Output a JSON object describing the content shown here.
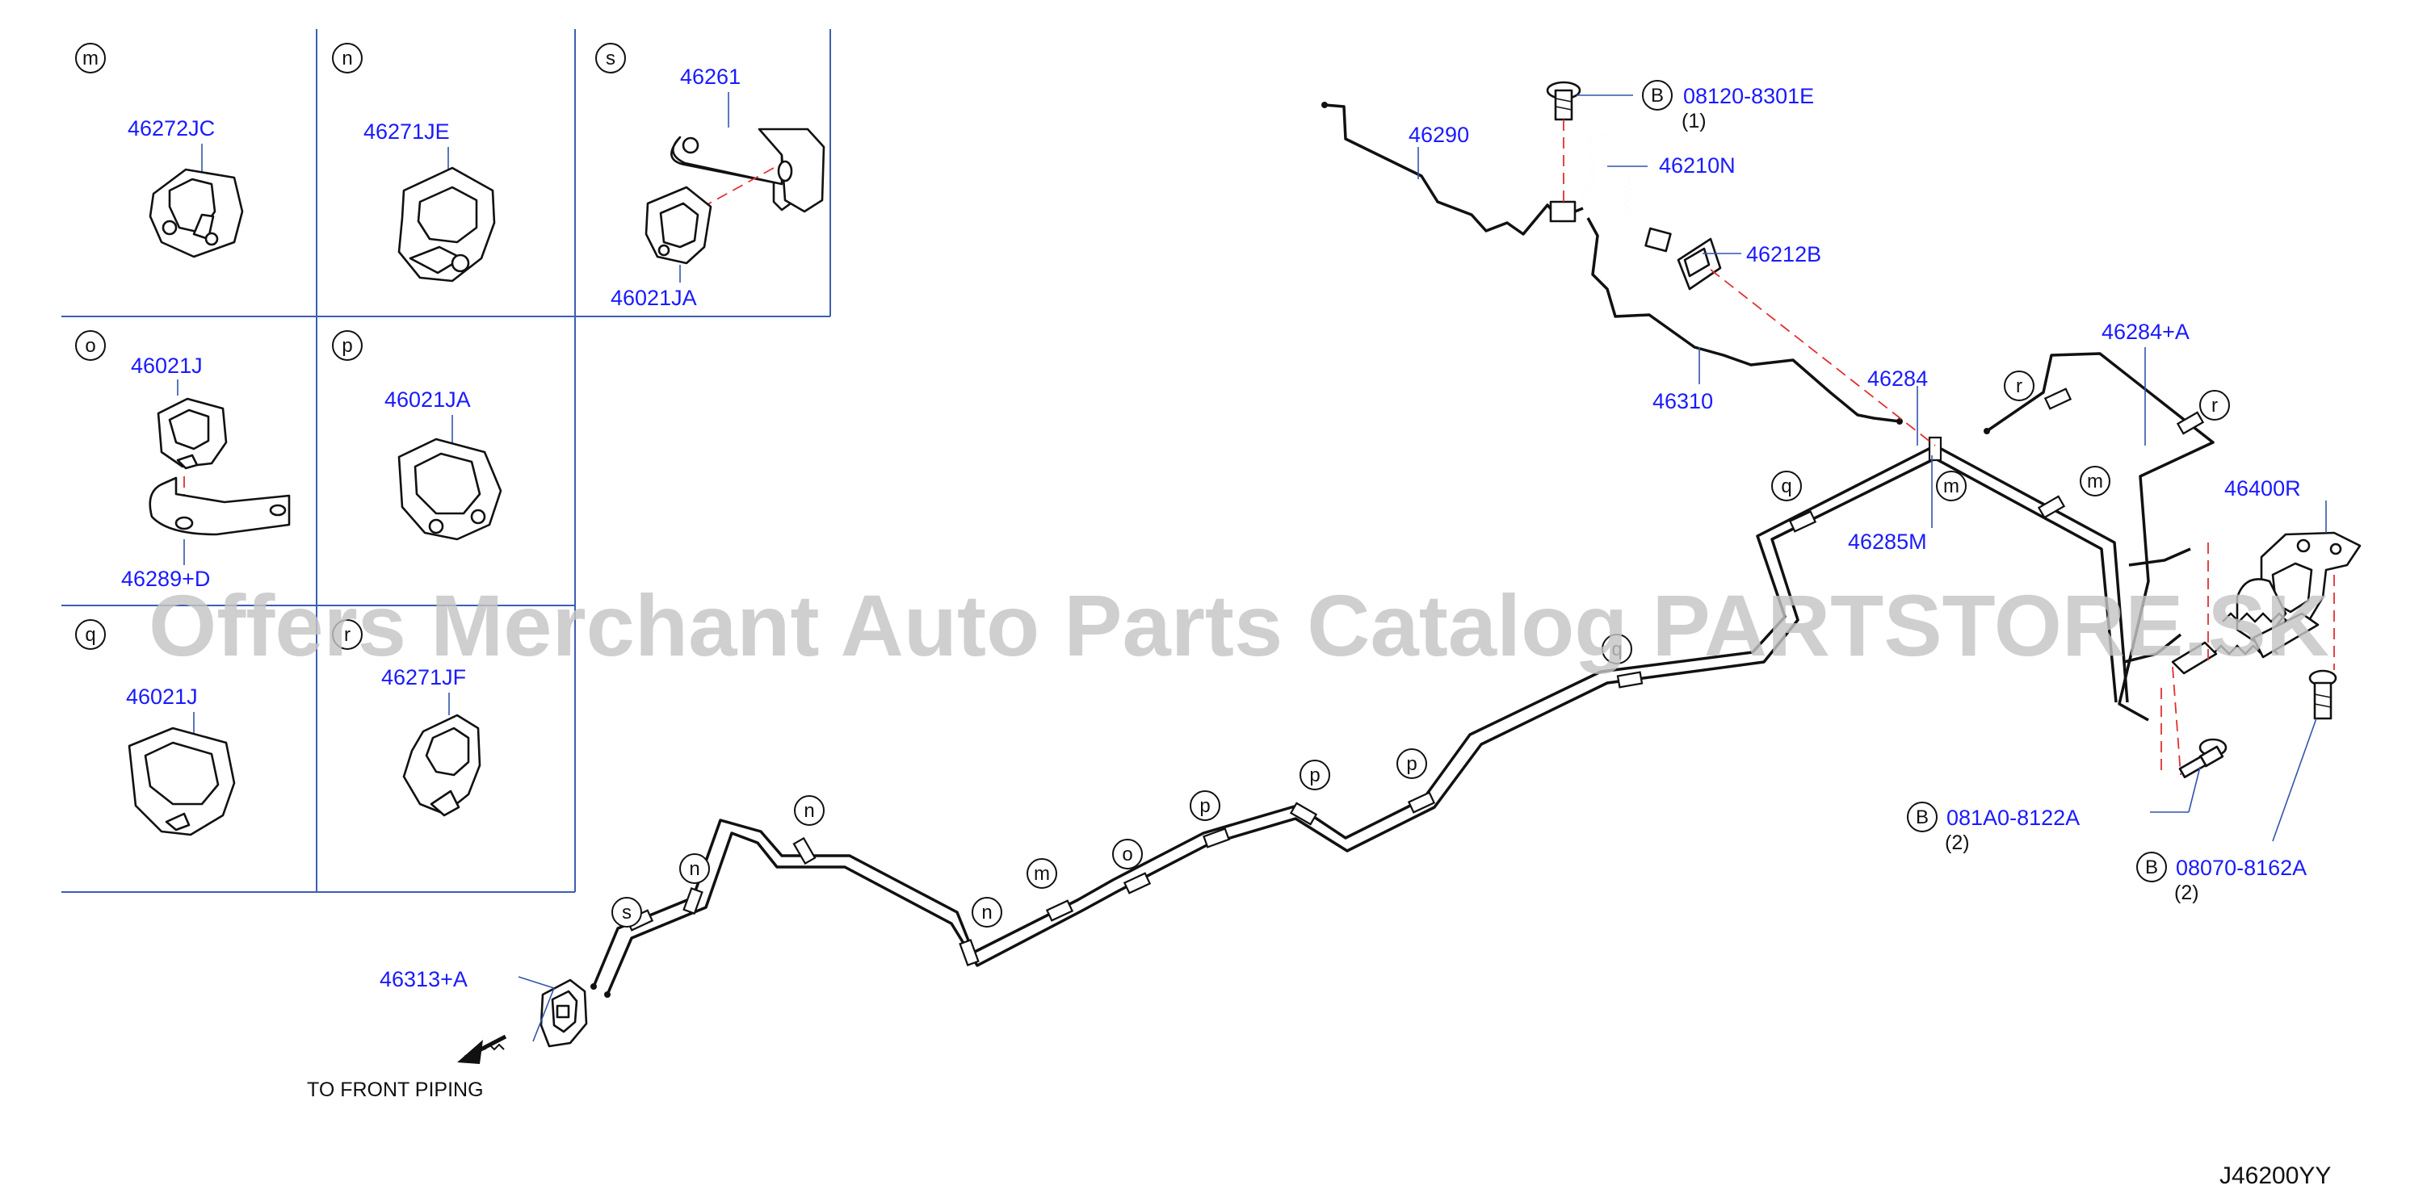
{
  "callouts": {
    "m": "m",
    "n": "n",
    "s": "s",
    "o": "o",
    "p": "p",
    "q": "q",
    "r": "r",
    "b": "B"
  },
  "parts": {
    "p46272JC": "46272JC",
    "p46271JE": "46271JE",
    "p46261": "46261",
    "p46021JA_s": "46021JA",
    "p46021J_o": "46021J",
    "p46289D": "46289+D",
    "p46021JA_p": "46021JA",
    "p46021J_q": "46021J",
    "p46271JF": "46271JF",
    "p46290": "46290",
    "p08120": "08120-8301E",
    "p08120_qty": "(1)",
    "p46210N": "46210N",
    "p46212B": "46212B",
    "p46310": "46310",
    "p46284": "46284",
    "p46284A": "46284+A",
    "p46285M": "46285M",
    "p46400R": "46400R",
    "p081A0": "081A0-8122A",
    "p081A0_qty": "(2)",
    "p08070": "08070-8162A",
    "p08070_qty": "(2)",
    "p46313A": "46313+A"
  },
  "labels": {
    "to_front_piping": "TO  FRONT  PIPING",
    "diagram_code": "J46200YY",
    "watermark": "Offers Merchant Auto Parts Catalog PARTSTORE.SK"
  },
  "colors": {
    "part_number": "#1a1aff",
    "grid": "#3d5fb0",
    "dashed_guide": "#e23030",
    "watermark": "#c4c4c4"
  }
}
